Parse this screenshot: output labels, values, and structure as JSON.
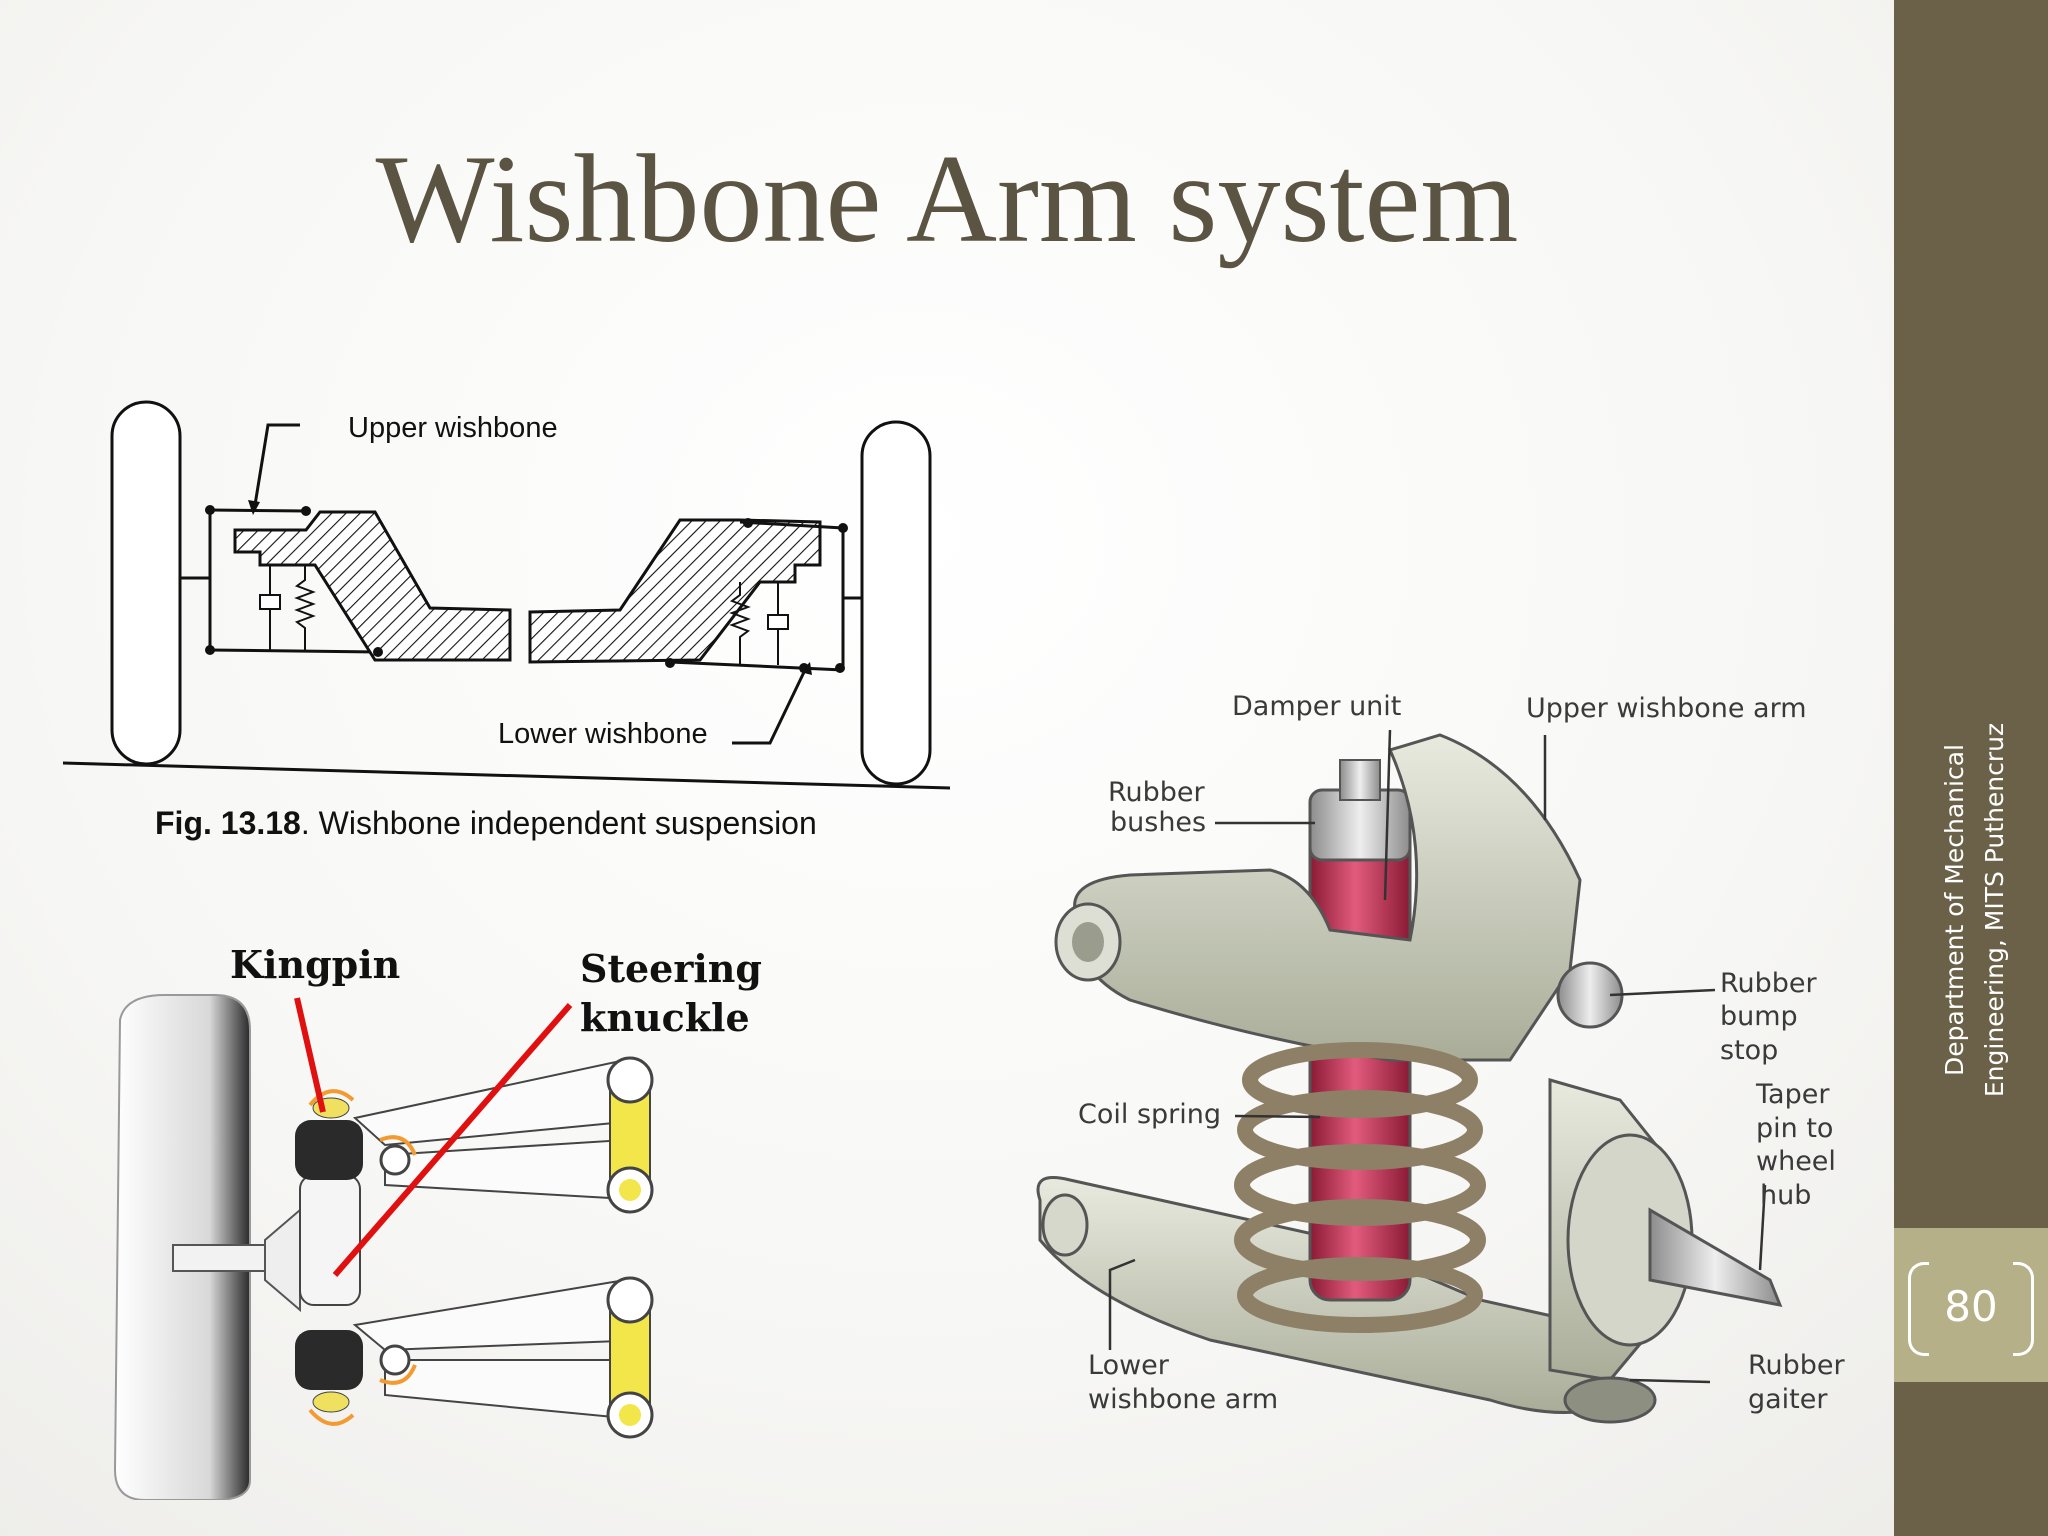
{
  "slide": {
    "title": "Wishbone Arm system",
    "sidebar_text": "Department of Mechanical Engineering, MITS Puthencruz",
    "page_number": "80",
    "colors": {
      "sidebar": "#6b6148",
      "accent": "#b6b089",
      "title": "#5b5442"
    }
  },
  "figure1": {
    "upper_label": "Upper wishbone",
    "lower_label": "Lower wishbone",
    "caption_bold": "Fig. 13.18",
    "caption_rest": ". Wishbone independent suspension"
  },
  "figure2": {
    "kingpin": "Kingpin",
    "steering": "Steering",
    "knuckle": "knuckle"
  },
  "figure3": {
    "damper": "Damper unit",
    "upper_arm": "Upper wishbone arm",
    "rubber_bushes": [
      "Rubber",
      "bushes"
    ],
    "bump_stop": [
      "Rubber",
      "bump",
      "stop"
    ],
    "coil": "Coil spring",
    "taper": [
      "Taper",
      "pin to",
      "wheel",
      "hub"
    ],
    "lower_arm": [
      "Lower",
      "wishbone arm"
    ],
    "gaiter": [
      "Rubber",
      "gaiter"
    ]
  }
}
